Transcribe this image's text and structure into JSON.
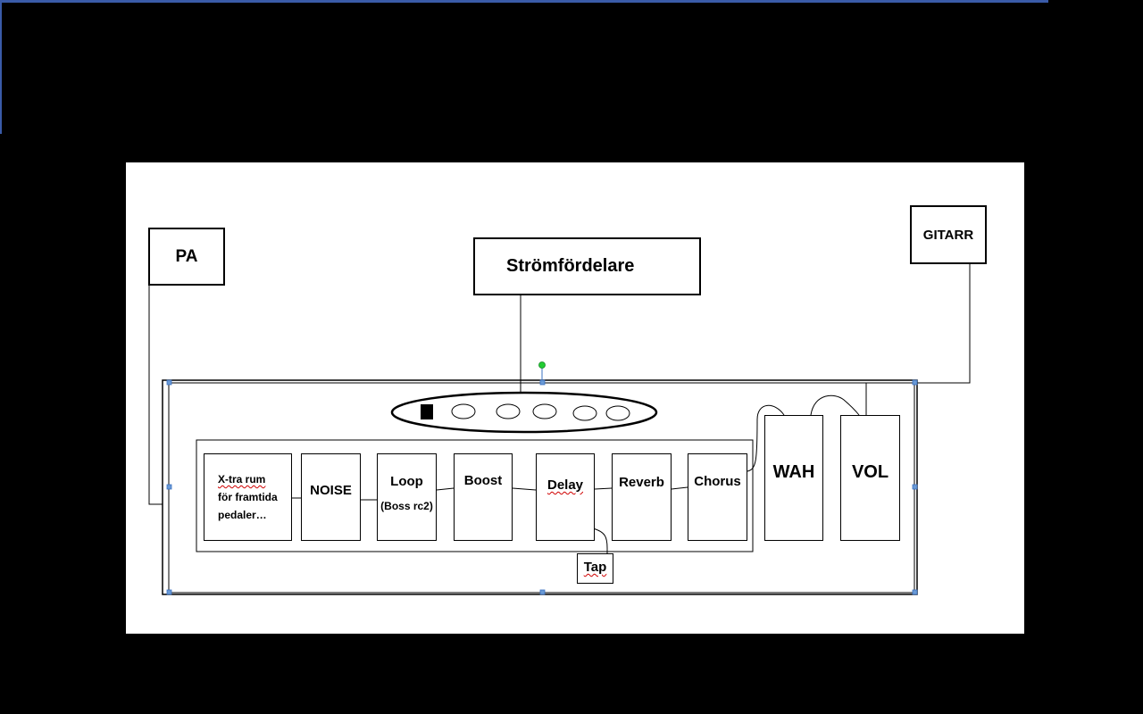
{
  "diagram": {
    "pa_label": "PA",
    "gitarr_label": "GITARR",
    "power_label": "Strömfördelare",
    "pedals": {
      "extra_line1": "X-tra rum",
      "extra_line2": "för framtida",
      "extra_line3": "pedaler…",
      "noise": "NOISE",
      "loop": "Loop",
      "loop_sub": "(Boss rc2)",
      "boost": "Boost",
      "delay": "Delay",
      "reverb": "Reverb",
      "chorus": "Chorus",
      "wah": "WAH",
      "vol": "VOL",
      "tap": "Tap"
    }
  }
}
